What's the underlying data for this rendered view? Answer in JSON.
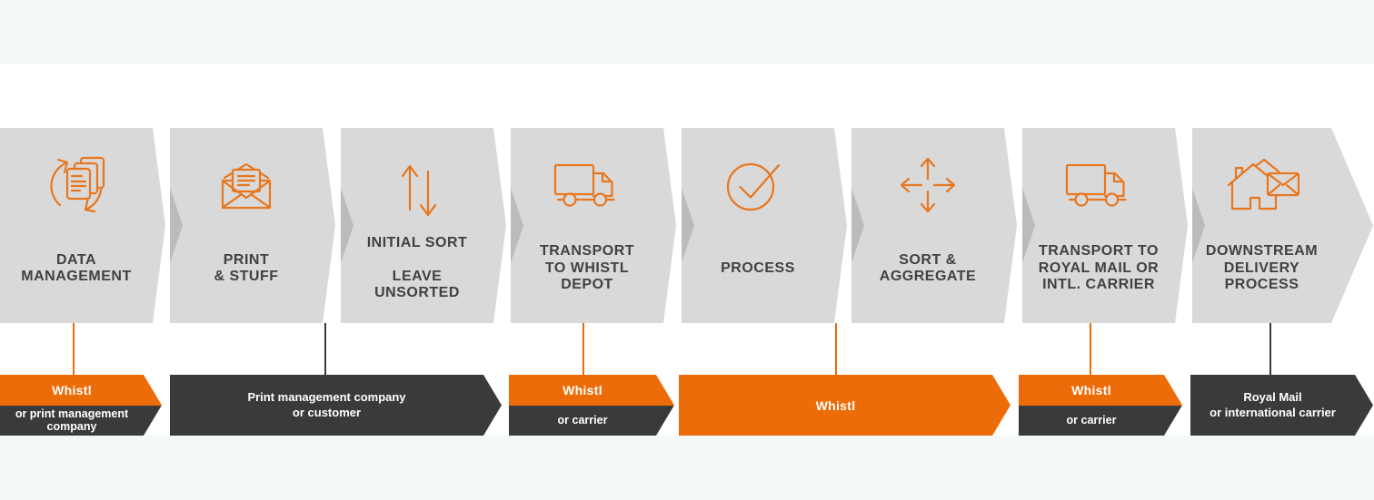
{
  "colors": {
    "orange": "#ec6c09",
    "dark": "#3a3a3a",
    "chevron_gray": "#d9d9da",
    "junction_gray": "#bbbbbc",
    "band_bg": "#f4f8f9",
    "label": "#414042",
    "icon_orange": "#e8761c",
    "white": "#ffffff"
  },
  "steps": [
    {
      "label": "DATA\nMANAGEMENT",
      "icon": "documents-cycle-icon"
    },
    {
      "label": "PRINT\n& STUFF",
      "icon": "open-envelope-icon"
    },
    {
      "label": "INITIAL SORT\n\nLEAVE\nUNSORTED",
      "icon": "up-down-arrows-icon"
    },
    {
      "label": "TRANSPORT\nTO WHISTL\nDEPOT",
      "icon": "truck-icon"
    },
    {
      "label": "PROCESS",
      "icon": "check-circle-icon"
    },
    {
      "label": "SORT &\nAGGREGATE",
      "icon": "four-way-arrows-icon"
    },
    {
      "label": "TRANSPORT TO\nROYAL MAIL OR\nINTL. CARRIER",
      "icon": "truck-icon"
    },
    {
      "label": "DOWNSTREAM\nDELIVERY\nPROCESS",
      "icon": "house-mail-icon"
    }
  ],
  "actors": [
    {
      "type": "split",
      "primary": "Whistl",
      "secondary": "or print management\ncompany"
    },
    {
      "type": "dark",
      "label": "Print management company\nor customer"
    },
    {
      "type": "split",
      "primary": "Whistl",
      "secondary": "or carrier"
    },
    {
      "type": "orange",
      "label": "Whistl"
    },
    {
      "type": "split",
      "primary": "Whistl",
      "secondary": "or carrier"
    },
    {
      "type": "dark",
      "label": "Royal Mail\nor international carrier"
    }
  ]
}
